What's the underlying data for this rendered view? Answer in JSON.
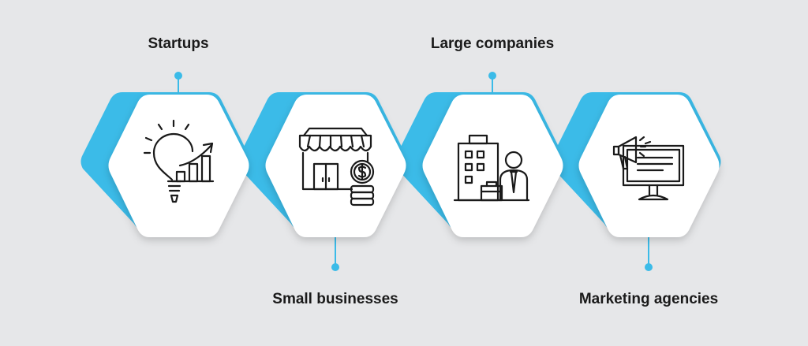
{
  "colors": {
    "background": "#e6e7e9",
    "accent": "#3bbbe8",
    "hexagon": "#ffffff",
    "icon_stroke": "#1a1a1a"
  },
  "segments": [
    {
      "label": "Startups",
      "icon": "lightbulb-growth-chart-icon",
      "label_side": "top"
    },
    {
      "label": "Small businesses",
      "icon": "storefront-coins-icon",
      "label_side": "bottom"
    },
    {
      "label": "Large companies",
      "icon": "office-building-businessman-icon",
      "label_side": "top"
    },
    {
      "label": "Marketing agencies",
      "icon": "megaphone-monitor-icon",
      "label_side": "bottom"
    }
  ]
}
